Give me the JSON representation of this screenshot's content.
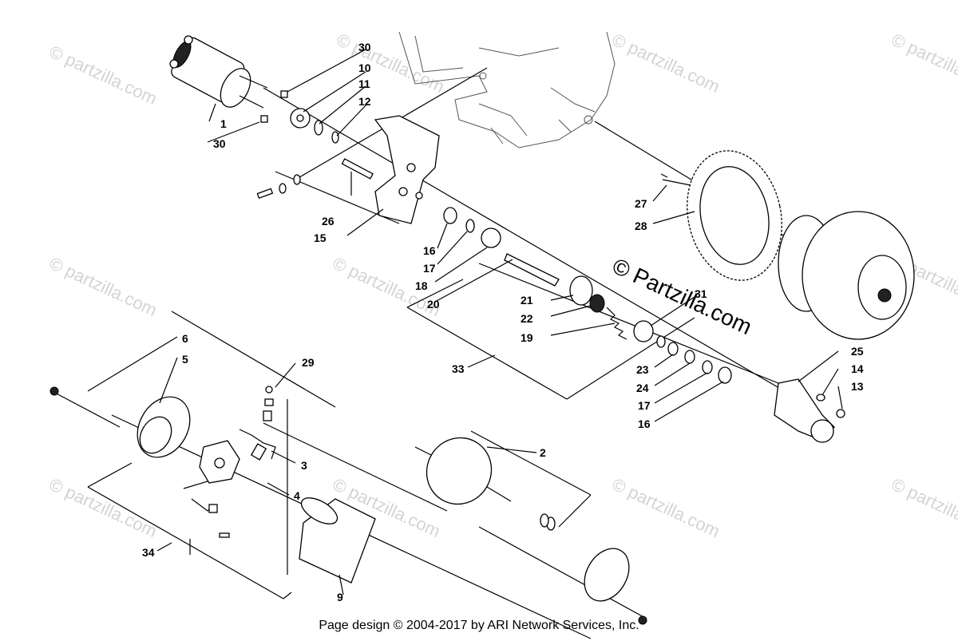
{
  "watermark": {
    "text": "© partzilla.com",
    "center_text": "© Partzilla.com"
  },
  "callouts": {
    "c1": "1",
    "c2": "2",
    "c3": "3",
    "c4": "4",
    "c5": "5",
    "c6": "6",
    "c9": "9",
    "c10": "10",
    "c11": "11",
    "c12": "12",
    "c13": "13",
    "c14": "14",
    "c15": "15",
    "c16a": "16",
    "c16b": "16",
    "c17a": "17",
    "c17b": "17",
    "c18": "18",
    "c19": "19",
    "c20": "20",
    "c21": "21",
    "c22": "22",
    "c23": "23",
    "c24": "24",
    "c25": "25",
    "c26": "26",
    "c27": "27",
    "c28": "28",
    "c29": "29",
    "c30a": "30",
    "c30b": "30",
    "c31": "31",
    "c33": "33",
    "c34": "34"
  },
  "footer": "Page design © 2004-2017 by ARI Network Services, Inc."
}
